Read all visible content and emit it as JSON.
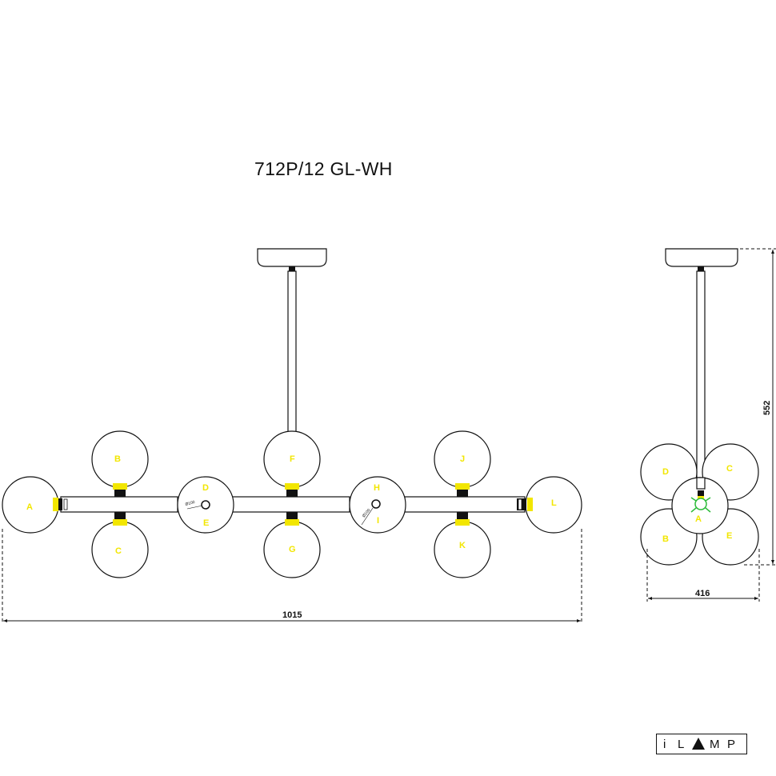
{
  "title": "712P/12 GL-WH",
  "front_view": {
    "shade_labels": [
      "A",
      "B",
      "C",
      "D",
      "E",
      "F",
      "G",
      "H",
      "I",
      "J",
      "K",
      "L"
    ],
    "small_marks": [
      "Ø100",
      "Ø100"
    ],
    "width_dimension": "1015"
  },
  "side_view": {
    "shade_labels": [
      "D",
      "C",
      "A",
      "B",
      "E"
    ],
    "height_dimension": "552",
    "width_dimension": "416"
  },
  "logo": {
    "letters": [
      "i",
      "L",
      "M",
      "P"
    ]
  }
}
